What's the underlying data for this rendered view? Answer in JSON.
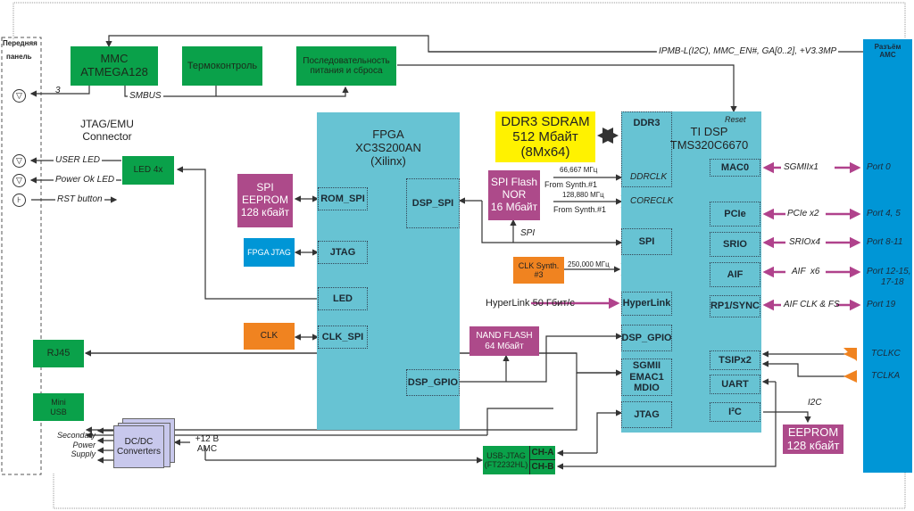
{
  "front_panel": {
    "title_line1": "Передняя",
    "title_line2": "панель"
  },
  "mmc": {
    "line1": "MMC",
    "line2": "ATMEGA128"
  },
  "thermo": {
    "label": "Термоконтроль"
  },
  "power_seq": {
    "line1": "Последовательность",
    "line2": "питания и сброса"
  },
  "smbus_label": "SMBUS",
  "bus3_label": "3",
  "ipmb_label": "IPMB-L(I2C), MMC_EN#, GA[0..2], +V3.3MP",
  "amc_connector": {
    "line1": "Разъём",
    "line2": "AMC"
  },
  "jtag_emu": {
    "line1": "JTAG/EMU",
    "line2": "Connector"
  },
  "led4x": {
    "label": "LED 4x"
  },
  "user_led": "USER LED",
  "power_ok_led": "Power Ok LED",
  "rst_button": "RST button",
  "fpga": {
    "line1": "FPGA",
    "line2": "XC3S200AN",
    "line3": "(Xilinx)",
    "ports": {
      "rom_spi": "ROM_SPI",
      "jtag": "JTAG",
      "led": "LED",
      "clk_spi": "CLK_SPI",
      "dsp_spi": "DSP_SPI",
      "dsp_gpio": "DSP_GPIO"
    }
  },
  "spi_eeprom": {
    "line1": "SPI",
    "line2": "EEPROM",
    "line3": "128 кбайт"
  },
  "fpga_jtag": {
    "label": "FPGA JTAG"
  },
  "clk": {
    "label": "CLK"
  },
  "ddr3": {
    "line1": "DDR3 SDRAM",
    "line2": "512 Мбайт",
    "line3": "(8Mx64)"
  },
  "spi_flash": {
    "line1": "SPI Flash",
    "line2": "NOR",
    "line3": "16 Мбайт"
  },
  "spi_label": "SPI",
  "clk_ddr": {
    "freq": "66,667 МГц",
    "src": "From Synth.#1"
  },
  "clk_core": {
    "freq": "128,880 МГц",
    "src": "From Synth.#1"
  },
  "clk_synth": {
    "line1": "CLK Synth.",
    "line2": "#3",
    "freq": "250,000 МГц"
  },
  "hyperlink_label": "HyperLink 50 Гбит/с",
  "nand": {
    "line1": "NAND FLASH",
    "line2": "64 Мбайт"
  },
  "dsp": {
    "line1": "TI DSP",
    "line2": "TMS320C6670",
    "reset": "Reset",
    "ports": {
      "ddr3": "DDR3",
      "ddrclk": "DDRCLK",
      "coreclk": "CORECLK",
      "spi": "SPI",
      "hyperlink": "HyperLink",
      "dsp_gpio": "DSP_GPIO",
      "sgmii1": "SGMII",
      "sgmii2": "EMAC1",
      "sgmii3": "MDIO",
      "jtag": "JTAG",
      "mac0": "MAC0",
      "pcie": "PCIe",
      "srio": "SRIO",
      "aif": "AIF",
      "rp1": "RP1/SYNC",
      "tsip": "TSIPx2",
      "uart": "UART",
      "i2c": "I²C"
    }
  },
  "links": [
    {
      "name": "SGMIIx1",
      "port": "Port 0"
    },
    {
      "name": "PCIe x2",
      "port": "Port 4, 5"
    },
    {
      "name": "SRIOx4",
      "port": "Port 8-11"
    },
    {
      "name": "AIF  x6",
      "port": "Port 12-15,",
      "port2": "17-18"
    },
    {
      "name": "AIF CLK & FS",
      "port": "Port 19"
    }
  ],
  "tclkc": "TCLKC",
  "tclka": "TCLKA",
  "i2c_label": "I2C",
  "eeprom": {
    "line1": "EEPROM",
    "line2": "128 кбайт"
  },
  "rj45": {
    "label": "RJ45"
  },
  "mini_usb": {
    "line1": "Mini",
    "line2": "USB"
  },
  "secondary_power": {
    "line1": "Secondary",
    "line2": "Power",
    "line3": "Supply"
  },
  "dcdc": {
    "line1": "DC/DC",
    "line2": "Converters"
  },
  "amc12v": {
    "line1": "+12 В",
    "line2": "AMC"
  },
  "usb_jtag": {
    "line1": "USB-JTAG",
    "line2": "(FT2232HL)",
    "ch_a": "CH-A",
    "ch_b": "CH-B"
  },
  "colors": {
    "green": "#0aa14a",
    "teal": "#67c3d3",
    "purple": "#ad4a8a",
    "orange": "#f08320",
    "yellow": "#fff200",
    "blue": "#0096d6",
    "magenta_arrow": "#b0428c"
  }
}
